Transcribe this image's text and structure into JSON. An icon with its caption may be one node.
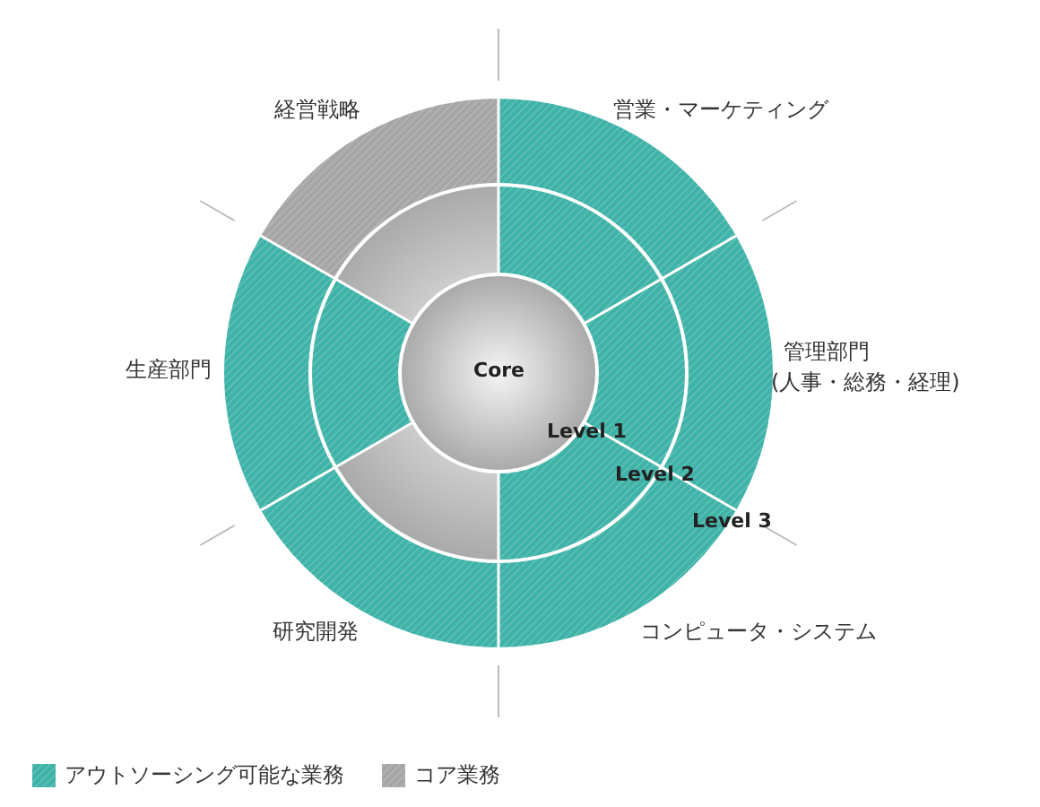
{
  "diagram": {
    "labels": [
      "経営戦略",
      "営業・マーケティング",
      "生産部門",
      "Core",
      "管理部門",
      "(人事・総務・経理)",
      "Level 1",
      "Level 2",
      "Level 3",
      "研究開発",
      "コンピュータ・システム"
    ],
    "legend": [
      {
        "text": "アウトソーシング可能な業務",
        "color": "#3fb3a8"
      },
      {
        "text": "コア業務",
        "color": "#a6a6a6"
      }
    ]
  }
}
